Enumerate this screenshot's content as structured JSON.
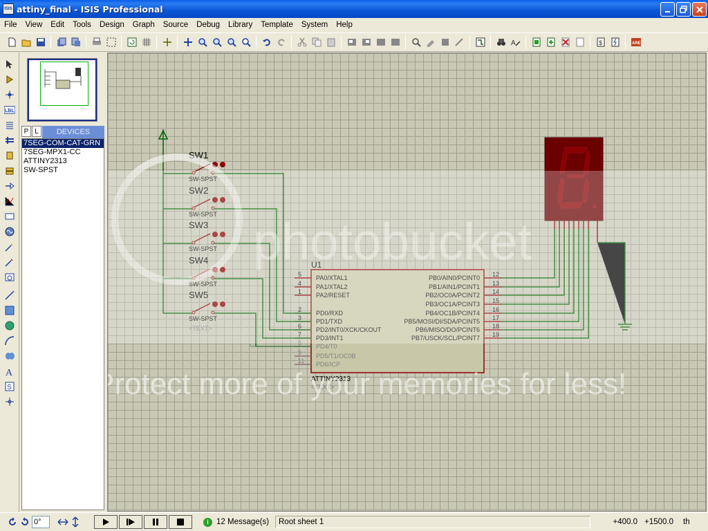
{
  "window": {
    "title": "attiny_final - ISIS Professional",
    "app_icon": "ISIS"
  },
  "menu": [
    "File",
    "View",
    "Edit",
    "Tools",
    "Design",
    "Graph",
    "Source",
    "Debug",
    "Library",
    "Template",
    "System",
    "Help"
  ],
  "devices_panel": {
    "tab_p": "P",
    "tab_l": "L",
    "title": "DEVICES",
    "items": [
      "7SEG-COM-CAT-GRN",
      "7SEG-MPX1-CC",
      "ATTINY2313",
      "SW-SPST"
    ],
    "selected": "7SEG-COM-CAT-GRN"
  },
  "schematic": {
    "switches": [
      {
        "ref": "SW1",
        "type": "SW-SPST"
      },
      {
        "ref": "SW2",
        "type": "SW-SPST"
      },
      {
        "ref": "SW3",
        "type": "SW-SPST"
      },
      {
        "ref": "SW4",
        "type": "SW-SPST"
      },
      {
        "ref": "SW5",
        "type": "SW-SPST"
      }
    ],
    "switch_text": "<TEXT>",
    "chip": {
      "ref": "U1",
      "part": "ATTINY2313",
      "text": "<TEXT>",
      "left_pins": [
        {
          "num": "5",
          "name": "PA0/XTAL1"
        },
        {
          "num": "4",
          "name": "PA1/XTAL2"
        },
        {
          "num": "1",
          "name": "PA2/RESET"
        },
        {
          "num": "2",
          "name": "PD0/RXD"
        },
        {
          "num": "3",
          "name": "PD1/TXD"
        },
        {
          "num": "6",
          "name": "PD2/INT0/XCK/CKOUT"
        },
        {
          "num": "7",
          "name": "PD3/INT1"
        },
        {
          "num": "8",
          "name": "PD4/T0"
        },
        {
          "num": "9",
          "name": "PD5/T1/OC0B"
        },
        {
          "num": "11",
          "name": "PD6/ICP"
        }
      ],
      "right_pins": [
        {
          "num": "12",
          "name": "PB0/AIN0/PCINT0"
        },
        {
          "num": "13",
          "name": "PB1/AIN1/PCINT1"
        },
        {
          "num": "14",
          "name": "PB2/OC0A/PCINT2"
        },
        {
          "num": "15",
          "name": "PB3/OC1A/PCINT3"
        },
        {
          "num": "16",
          "name": "PB4/OC1B/PCINT4"
        },
        {
          "num": "17",
          "name": "PB5/MOSI/DI/SDA/PCINT5"
        },
        {
          "num": "18",
          "name": "PB6/MISO/DO/PCINT6"
        },
        {
          "num": "19",
          "name": "PB7/USCK/SCL/PCINT7"
        }
      ]
    },
    "display_digit": "8",
    "watermark_line1": "photobucket",
    "watermark_line2": "Protect more of your memories for less!"
  },
  "status": {
    "angle": "0°",
    "messages": "12 Message(s)",
    "sheet": "Root sheet 1",
    "coord_x": "+400.0",
    "coord_y": "+1500.0",
    "unit": "th"
  },
  "colors": {
    "wire": "#006400",
    "component": "#8b0000",
    "chip_body": "#c8c8a8",
    "title_bar": "#0a5ee8",
    "canvas_bg": "#c8c8b4"
  }
}
